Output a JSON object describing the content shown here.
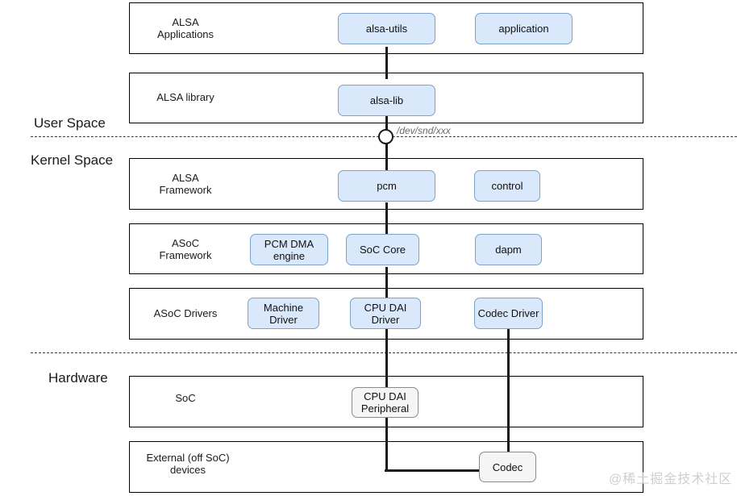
{
  "diagram": {
    "title": "ALSA / ASoC audio software stack",
    "colors": {
      "node_blue_fill": "#dae8fc",
      "node_blue_border": "#7ea2cc",
      "node_gray_fill": "#f5f5f5",
      "node_gray_border": "#8a8a8a",
      "line": "#1a1a1a",
      "divider": "#3b3b3b",
      "watermark": "#cfcfcf"
    },
    "space_labels": [
      {
        "id": "user-space",
        "text": "User Space"
      },
      {
        "id": "kernel-space",
        "text": "Kernel Space"
      },
      {
        "id": "hardware",
        "text": "Hardware"
      }
    ],
    "layers": [
      {
        "id": "alsa-applications",
        "label": "ALSA\nApplications",
        "nodes": [
          {
            "id": "alsa-utils",
            "label": "alsa-utils",
            "style": "blue"
          },
          {
            "id": "application",
            "label": "application",
            "style": "blue"
          }
        ]
      },
      {
        "id": "alsa-library",
        "label": "ALSA library",
        "nodes": [
          {
            "id": "alsa-lib",
            "label": "alsa-lib",
            "style": "blue"
          }
        ]
      },
      {
        "id": "alsa-framework",
        "label": "ALSA\nFramework",
        "nodes": [
          {
            "id": "pcm",
            "label": "pcm",
            "style": "blue"
          },
          {
            "id": "control",
            "label": "control",
            "style": "blue"
          }
        ]
      },
      {
        "id": "asoc-framework",
        "label": "ASoC\nFramework",
        "nodes": [
          {
            "id": "pcm-dma-engine",
            "label": "PCM DMA\nengine",
            "style": "blue"
          },
          {
            "id": "soc-core",
            "label": "SoC Core",
            "style": "blue"
          },
          {
            "id": "dapm",
            "label": "dapm",
            "style": "blue"
          }
        ]
      },
      {
        "id": "asoc-drivers",
        "label": "ASoC Drivers",
        "nodes": [
          {
            "id": "machine-driver",
            "label": "Machine\nDriver",
            "style": "blue"
          },
          {
            "id": "cpu-dai-driver",
            "label": "CPU DAI\nDriver",
            "style": "blue"
          },
          {
            "id": "codec-driver",
            "label": "Codec Driver",
            "style": "blue"
          }
        ]
      },
      {
        "id": "soc",
        "label": "SoC",
        "nodes": [
          {
            "id": "cpu-dai-peripheral",
            "label": "CPU DAI\nPeripheral",
            "style": "gray"
          }
        ]
      },
      {
        "id": "external-devices",
        "label": "External (off SoC)\ndevices",
        "nodes": [
          {
            "id": "codec",
            "label": "Codec",
            "style": "gray"
          }
        ]
      }
    ],
    "junction": {
      "id": "dev-snd-junction",
      "label": "/dev/snd/xxx"
    },
    "watermark": "@稀土掘金技术社区"
  }
}
